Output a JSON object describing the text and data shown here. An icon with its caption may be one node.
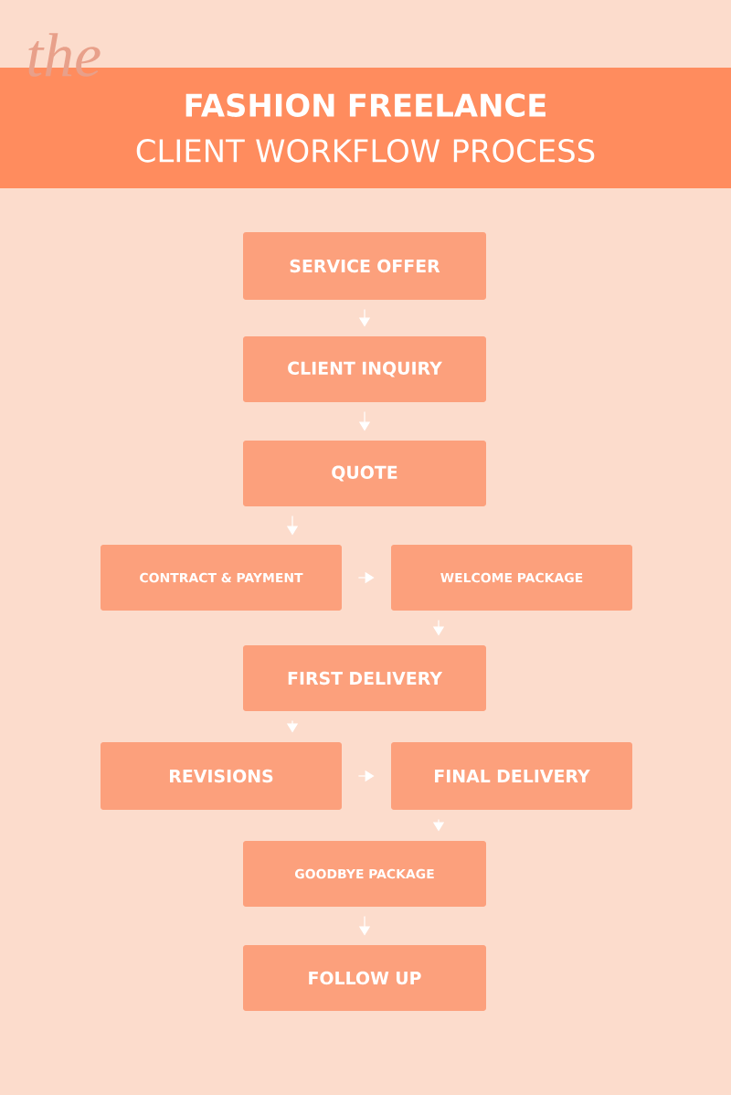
{
  "diagram": {
    "title": "**FASHION FREELANCE** CLIENT WORKFLOW PROCESS",
    "nodes": [
      {
        "text": [
          "SERVICE OFFER"
        ]
      },
      {
        "text": [
          "CLIENT INQUIRY"
        ]
      },
      {
        "text": [
          "QUOTE"
        ]
      },
      {
        "text": [
          "CONTRACT & PAYMENT"
        ]
      },
      {
        "text": [
          "WELCOME PACKAGE"
        ]
      },
      {
        "text": [
          "FIRST DELIVERY"
        ]
      },
      {
        "text": [
          "REVISIONS"
        ]
      },
      {
        "text": [
          "FINAL DELIVERY"
        ]
      },
      {
        "text": [
          "GOODBYE PACKAGE"
        ]
      },
      {
        "text": [
          "FOLLOW UP"
        ]
      }
    ],
    "edges": [
      {
        "from": 0,
        "to": 1,
        "arrow": "to"
      },
      {
        "from": 1,
        "to": 2,
        "arrow": "to"
      },
      {
        "from": 2,
        "to": 3,
        "arrow": "to"
      },
      {
        "from": 3,
        "to": 4,
        "arrow": "to"
      },
      {
        "from": 4,
        "to": 5,
        "arrow": "to"
      },
      {
        "from": 5,
        "to": 6,
        "arrow": "to"
      },
      {
        "from": 6,
        "to": 7,
        "arrow": "to"
      },
      {
        "from": 7,
        "to": 8,
        "arrow": "to"
      },
      {
        "from": 8,
        "to": 9,
        "arrow": "to"
      }
    ],
    "labels": [
      "the"
    ]
  }
}
